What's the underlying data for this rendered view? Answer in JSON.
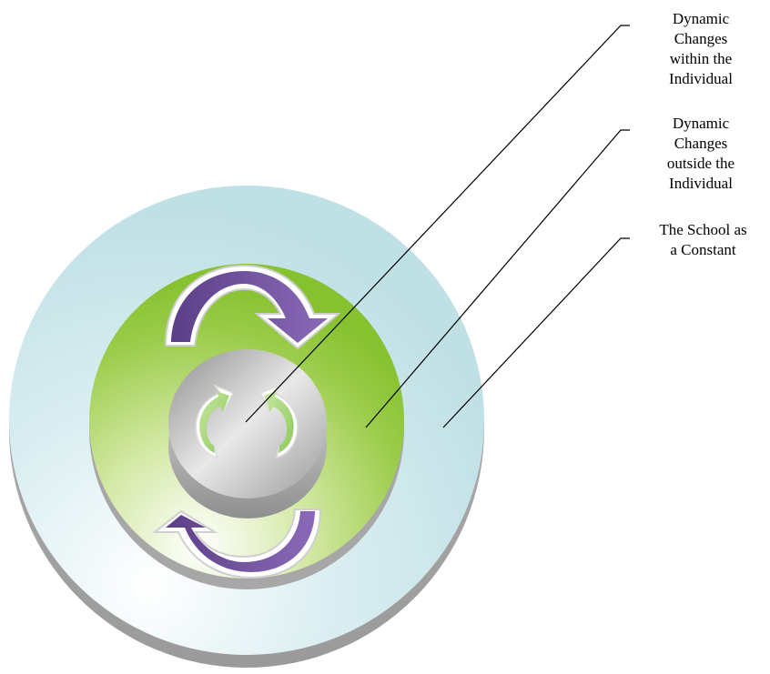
{
  "diagram": {
    "labels": {
      "inner": "Dynamic\nChanges\nwithin the\nIndividual",
      "middle": "Dynamic\nChanges\noutside the\nIndividual",
      "outer": "The School as\na Constant"
    },
    "colors": {
      "outer_circle": "#c2e0e6",
      "middle_circle": "#8cc63f",
      "inner_circle": "#a8a8a8",
      "large_arrows": "#6f4f9a",
      "small_arrows": "#9fd06a",
      "leader_lines": "#000000"
    },
    "icons": [
      "large-curved-arrow-icon",
      "small-curved-arrow-icon"
    ]
  }
}
